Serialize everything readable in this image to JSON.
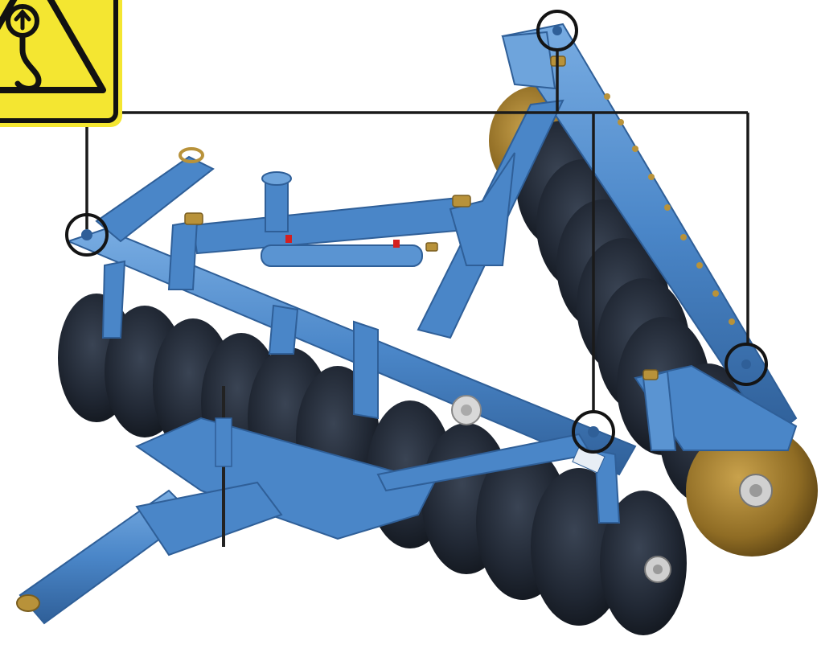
{
  "diagram": {
    "subject": "disc-harrow",
    "colors": {
      "frame_blue": "#4a86c8",
      "frame_blue_dark": "#2f5f98",
      "frame_blue_light": "#6ea4dc",
      "disc_dark": "#222a36",
      "disc_edge": "#3a4452",
      "disc_brass": "#8a6a22",
      "brass_cap": "#b8923a",
      "lift_lines": "#1a1a1a",
      "warning_yellow": "#f4e631",
      "warning_black": "#111111",
      "red_fitting": "#d42020"
    },
    "warning_sign": {
      "icon": "lifting-hook-warning-icon"
    },
    "lifting_points": [
      {
        "id": "lift-point-front-left"
      },
      {
        "id": "lift-point-top-right"
      },
      {
        "id": "lift-point-mid-right"
      },
      {
        "id": "lift-point-center"
      }
    ]
  }
}
